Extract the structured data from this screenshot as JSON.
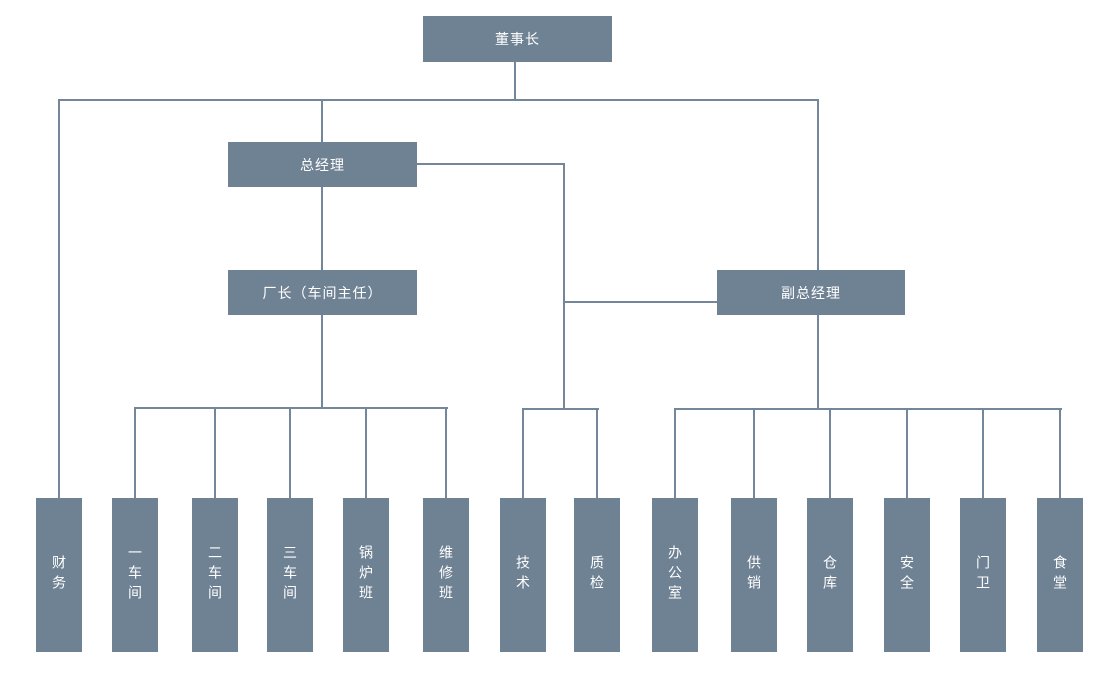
{
  "diagram": {
    "type": "org-chart",
    "background_color": "#ffffff",
    "node_fill_color": "#6f8294",
    "node_text_color": "#ffffff",
    "connector_color": "#74879a"
  },
  "nodes": {
    "chairman": {
      "label": "董事长"
    },
    "general_manager": {
      "label": "总经理"
    },
    "factory_director": {
      "label": "厂长（车间主任）"
    },
    "deputy_gm": {
      "label": "副总经理"
    },
    "finance": {
      "label": "财务"
    },
    "workshop1": {
      "label": "一车间"
    },
    "workshop2": {
      "label": "二车间"
    },
    "workshop3": {
      "label": "三车间"
    },
    "boiler_team": {
      "label": "锅炉班"
    },
    "maintenance_team": {
      "label": "维修班"
    },
    "technology": {
      "label": "技术"
    },
    "quality_inspection": {
      "label": "质检"
    },
    "office": {
      "label": "办公室"
    },
    "supply_sales": {
      "label": "供销"
    },
    "warehouse": {
      "label": "仓库"
    },
    "safety": {
      "label": "安全"
    },
    "gate_guard": {
      "label": "门卫"
    },
    "canteen": {
      "label": "食堂"
    }
  },
  "hierarchy": {
    "chairman": [
      "finance",
      "general_manager",
      "deputy_gm"
    ],
    "general_manager": [
      "factory_director",
      "deputy_gm",
      "technology",
      "quality_inspection"
    ],
    "factory_director": [
      "workshop1",
      "workshop2",
      "workshop3",
      "boiler_team",
      "maintenance_team"
    ],
    "deputy_gm": [
      "office",
      "supply_sales",
      "warehouse",
      "safety",
      "gate_guard",
      "canteen"
    ]
  }
}
